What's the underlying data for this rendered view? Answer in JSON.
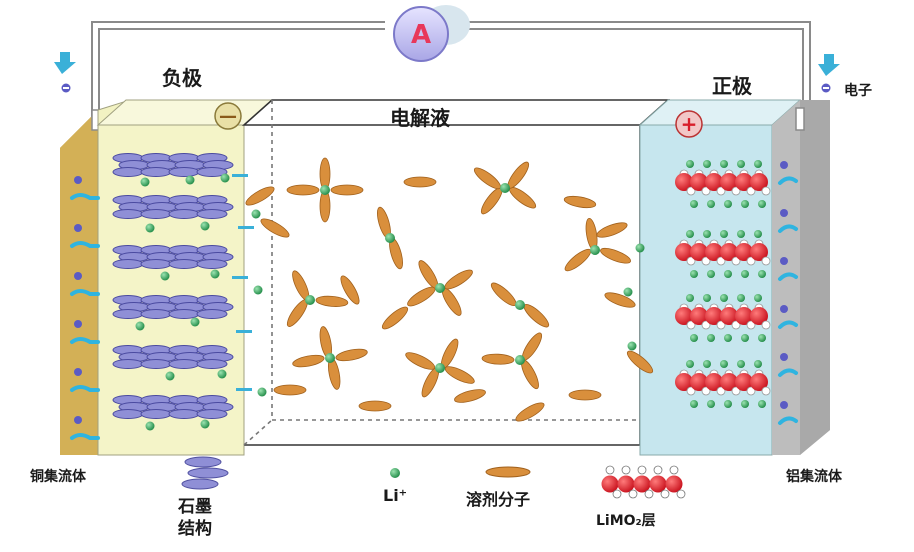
{
  "ammeter": {
    "symbol": "A"
  },
  "electrodes": {
    "negative": {
      "label": "负极",
      "sign": "—"
    },
    "positive": {
      "label": "正极",
      "sign": "+"
    }
  },
  "electrolyte": {
    "label": "电解液"
  },
  "electron": {
    "label": "电子"
  },
  "legend": {
    "copper_collector": "铜集流体",
    "graphite_line1": "石墨",
    "graphite_line2": "结构",
    "li_ion": "Li⁺",
    "solvent": "溶剂分子",
    "limo_layer": "LiMO₂层",
    "aluminum_collector": "铝集流体"
  },
  "colors": {
    "wire": "#8a8a8a",
    "ammeter_fill": "#c9c8ef",
    "ammeter_text": "#e8375a",
    "negative_electrode": "#f4f4c8",
    "copper": "#c9a54a",
    "positive_electrode": "#c6e6ee",
    "aluminum": "#c8c8c8",
    "graphite": "#8f8fd6",
    "li_ion": "#1f8a46",
    "solvent": "#d98f3c",
    "limo_red": "#d81e2a",
    "electron_blue": "#2fb4e0",
    "arrow_blue": "#3ab0d8"
  }
}
